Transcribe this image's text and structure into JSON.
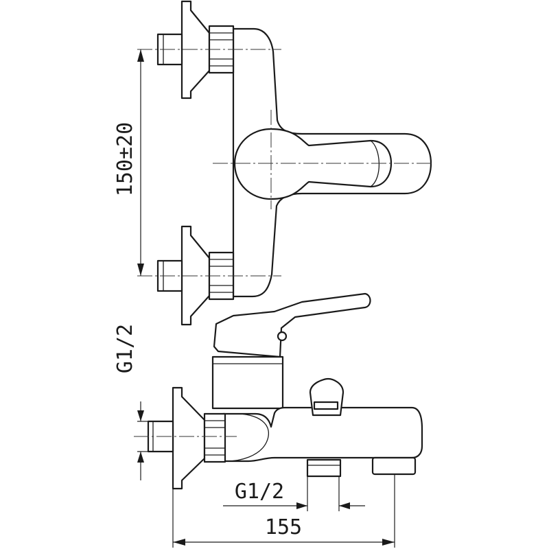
{
  "drawing": {
    "dimensions": {
      "vertical_spacing": "150±20",
      "inlet_thread": "G1/2",
      "outlet_thread": "G1/2",
      "overall_depth": "155"
    }
  }
}
